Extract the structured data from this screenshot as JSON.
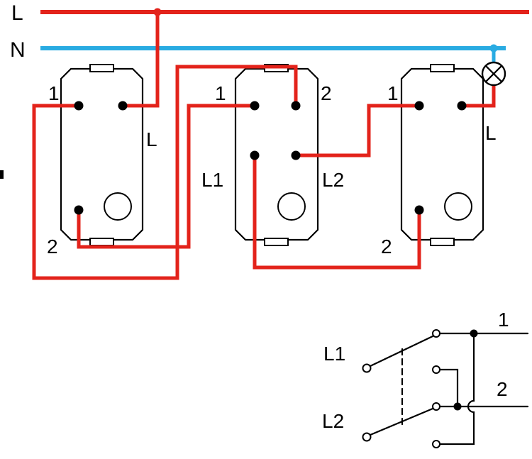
{
  "diagram": {
    "supply": {
      "live": "L",
      "neutral": "N"
    },
    "switch_left": {
      "t1": "1",
      "common": "L",
      "t2": "2"
    },
    "switch_middle": {
      "t1": "1",
      "t2": "2",
      "l1": "L1",
      "l2": "L2"
    },
    "switch_right": {
      "t1": "1",
      "common": "L",
      "t2": "2"
    },
    "schematic": {
      "t1": "1",
      "t2": "2",
      "l1": "L1",
      "l2": "L2"
    }
  },
  "colors": {
    "red": "#e3231b",
    "blue": "#29abe2",
    "black": "#000000"
  }
}
